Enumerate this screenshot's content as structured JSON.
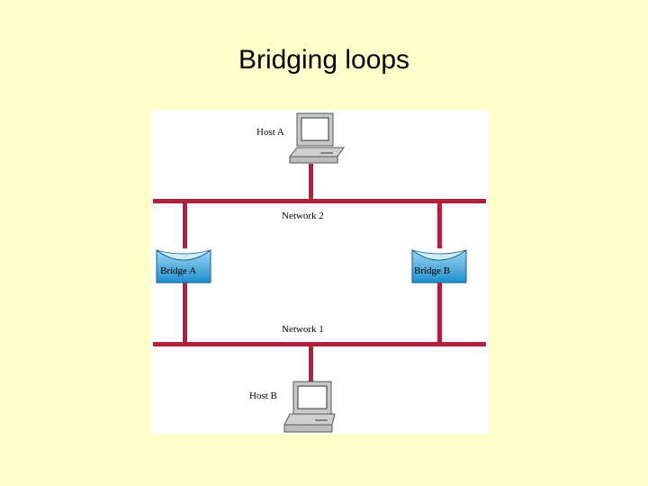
{
  "slide": {
    "title": "Bridging loops"
  },
  "diagram": {
    "host_a": "Host A",
    "host_b": "Host B",
    "network_2": "Network 2",
    "network_1": "Network 1",
    "bridge_a": "Bridge A",
    "bridge_b": "Bridge B",
    "colors": {
      "background": "#ffffcc",
      "network": "#b0203a",
      "bridge": "#1f8fd0",
      "bridge_light": "#9fd6f2",
      "computer": "#c8c8c8"
    }
  }
}
